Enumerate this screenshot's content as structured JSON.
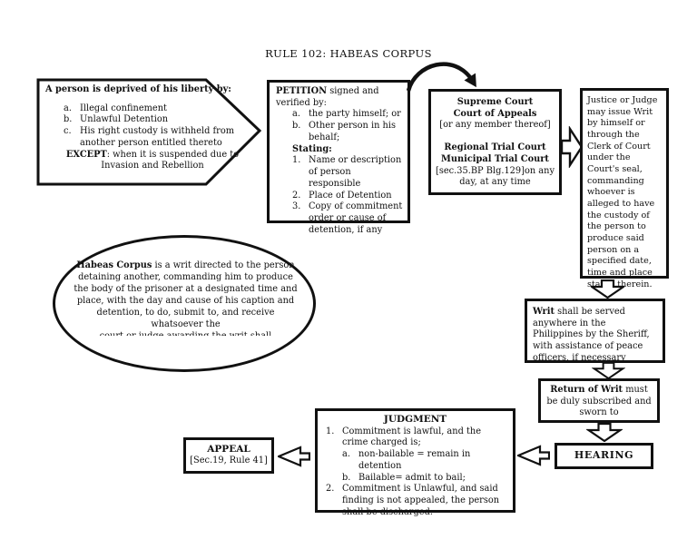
{
  "page": {
    "title": "RULE 102: HABEAS CORPUS"
  },
  "colors": {
    "ink": "#111111",
    "paper": "#ffffff"
  },
  "deprivation": {
    "heading": "A person is deprived of his liberty by:",
    "items": [
      {
        "m": "a.",
        "t": "Illegal confinement"
      },
      {
        "m": "b.",
        "t": "Unlawful  Detention"
      },
      {
        "m": "c.",
        "t": "His right custody is withheld from another person entitled thereto"
      }
    ],
    "except_bold": "EXCEPT",
    "except_rest": ": when it is suspended due to",
    "except_line2": "Invasion and Rebellion"
  },
  "petition": {
    "lead_bold": "PETITION",
    "lead_rest": " signed and verified by:",
    "by_items": [
      {
        "m": "a.",
        "t": "the party himself; or"
      },
      {
        "m": "b.",
        "t": "Other person in his behalf;"
      }
    ],
    "stating_label": "Stating:",
    "stating_items": [
      {
        "m": "1.",
        "t": "Name or description of person responsible"
      },
      {
        "m": "2.",
        "t": "Place of Detention"
      },
      {
        "m": "3.",
        "t": "Copy of commitment order or cause of detention, if any"
      }
    ]
  },
  "courts": {
    "top_lines": [
      {
        "t": "Supreme Court",
        "bold": true
      },
      {
        "t": "Court of Appeals",
        "bold": true
      },
      {
        "t": "[or any member thereof]"
      }
    ],
    "bottom_lines": [
      {
        "t": "Regional Trial Court",
        "bold": true
      },
      {
        "t": "Municipal Trial Court",
        "bold": true
      },
      {
        "t": "[sec.35.BP Blg.129]on any day, at any time"
      }
    ]
  },
  "writ_issue": {
    "text": "Justice or Judge may issue Writ by himself or through the Clerk of Court under the Court's seal, commanding whoever is alleged to have the custody of the person to produce said person on a specified date, time and place stated therein."
  },
  "writ_service": {
    "bold": "Writ",
    "rest": " shall be served anywhere in the Philippines by the Sheriff, with assistance of peace officers, if necessary"
  },
  "return_writ": {
    "bold": "Return of Writ",
    "rest": " must be duly subscribed and sworn to"
  },
  "hearing": {
    "label": "HEARING"
  },
  "judgment": {
    "title": "JUDGMENT",
    "items": [
      {
        "m": "1.",
        "t": "Commitment is lawful, and the crime charged is;"
      },
      {
        "m": "a.",
        "t": "non-bailable = remain in detention",
        "ind": 1
      },
      {
        "m": "b.",
        "t": "Bailable= admit to bail;",
        "ind": 1
      },
      {
        "m": "2.",
        "t": "Commitment is Unlawful, and said finding is not appealed, the person shall be discharged."
      }
    ]
  },
  "appeal": {
    "title": "APPEAL",
    "subtitle": "[Sec.19, Rule 41]"
  },
  "definition": {
    "bold": "Habeas Corpus",
    "rest": " is a writ directed to the person detaining another, commanding him to produce the body of the prisoner at a designated time and place, with the day and cause of his caption and detention, to do, submit to, and receive whatsoever the",
    "clipped_line": "court or judge awarding the writ shall"
  },
  "icons": {
    "curved_arrow": "curved-flow-arrow",
    "block_arrow_right": "block-arrow-right",
    "block_arrow_down": "block-arrow-down",
    "block_arrow_left": "block-arrow-left"
  }
}
